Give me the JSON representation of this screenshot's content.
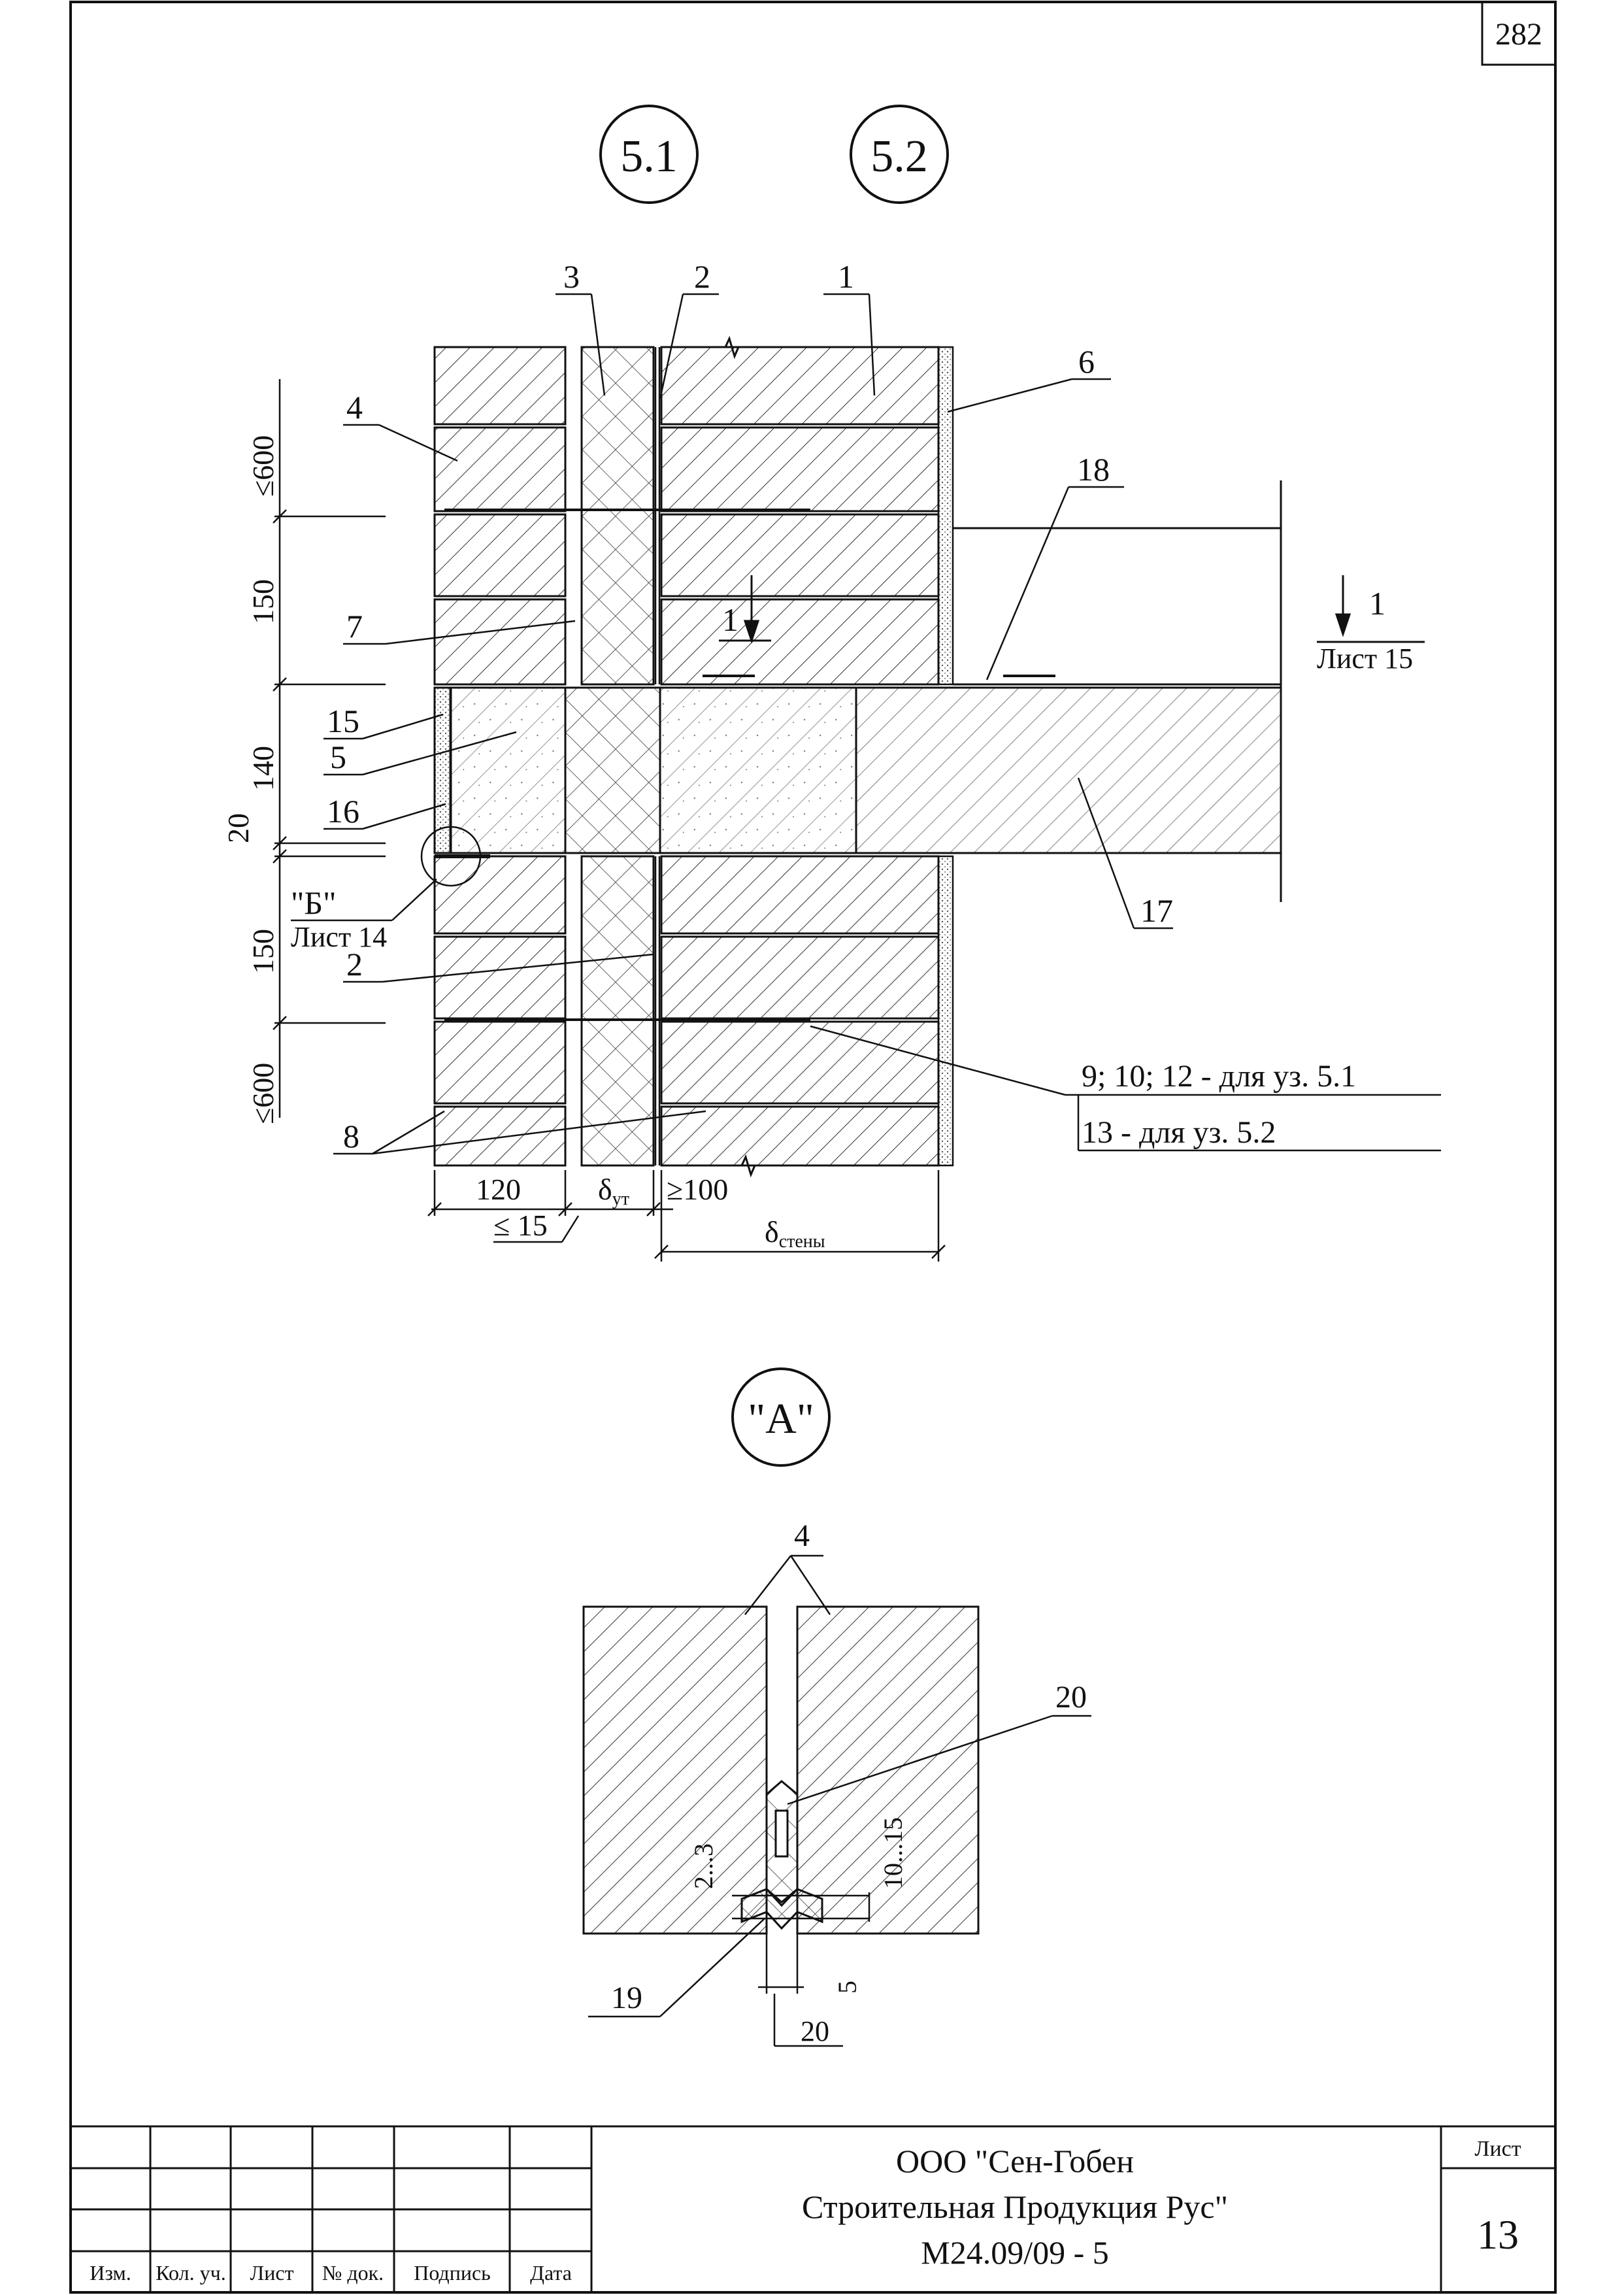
{
  "sheet_corner_number": "282",
  "node_markers": [
    "5.1",
    "5.2"
  ],
  "detail_marker": "\"А\"",
  "callouts": {
    "c1": "1",
    "c2": "2",
    "c3": "3",
    "c4": "4",
    "c5": "5",
    "c6": "6",
    "c7": "7",
    "c8": "8",
    "c15": "15",
    "c16": "16",
    "c17": "17",
    "c18": "18",
    "c2b": "2",
    "note_a": "9; 10; 12 - для уз. 5.1",
    "note_b": "13 - для уз. 5.2",
    "ref_b": "\"Б\"",
    "ref_b_sheet": "Лист 14",
    "cut_label": "1",
    "cut_label_right": "1",
    "cut_sheet": "Лист 15"
  },
  "dimensions": {
    "le600_top": "≤600",
    "d150_top": "150",
    "d140": "140",
    "d20": "20",
    "d150_bottom": "150",
    "le600_bottom": "≤600",
    "d120": "120",
    "delta_ut_symbol": "δ",
    "delta_ut_sub": "ут",
    "ge100": "≥100",
    "le15": "≤ 15",
    "delta_wall_symbol": "δ",
    "delta_wall_sub": "стены"
  },
  "detail_a": {
    "c4": "4",
    "c20": "20",
    "c19": "19",
    "d2_3": "2...3",
    "d10_15": "10...15",
    "d5": "5",
    "d20": "20"
  },
  "title_block": {
    "col_izm": "Изм.",
    "col_kol": "Кол. уч.",
    "col_list": "Лист",
    "col_ndok": "№ док.",
    "col_podpis": "Подпись",
    "col_data": "Дата",
    "company_line1": "ООО \"Сен-Гобен",
    "company_line2": "Строительная Продукция Рус\"",
    "doc_code": "М24.09/09 - 5",
    "sheet_label": "Лист",
    "sheet_number": "13"
  }
}
